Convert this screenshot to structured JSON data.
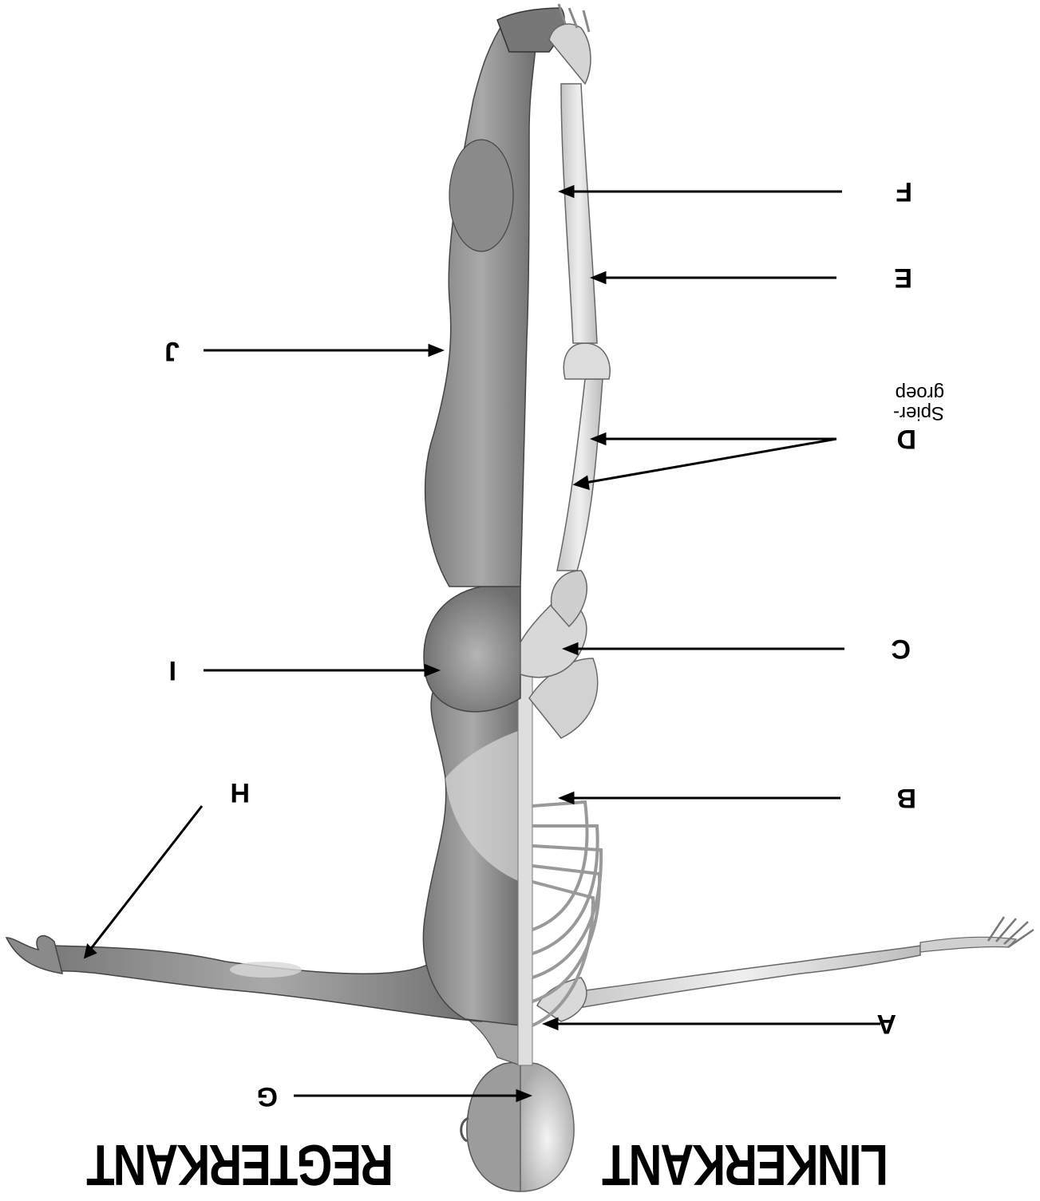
{
  "titles": {
    "left_side": "LINKERKANT",
    "right_side": "REGTERKANT"
  },
  "labels": {
    "A": "A",
    "B": "B",
    "C": "C",
    "D": "D",
    "D_caption_line1": "Spier-",
    "D_caption_line2": "groep",
    "E": "E",
    "F": "F",
    "G": "G",
    "H": "H",
    "I": "I",
    "J": "J"
  }
}
